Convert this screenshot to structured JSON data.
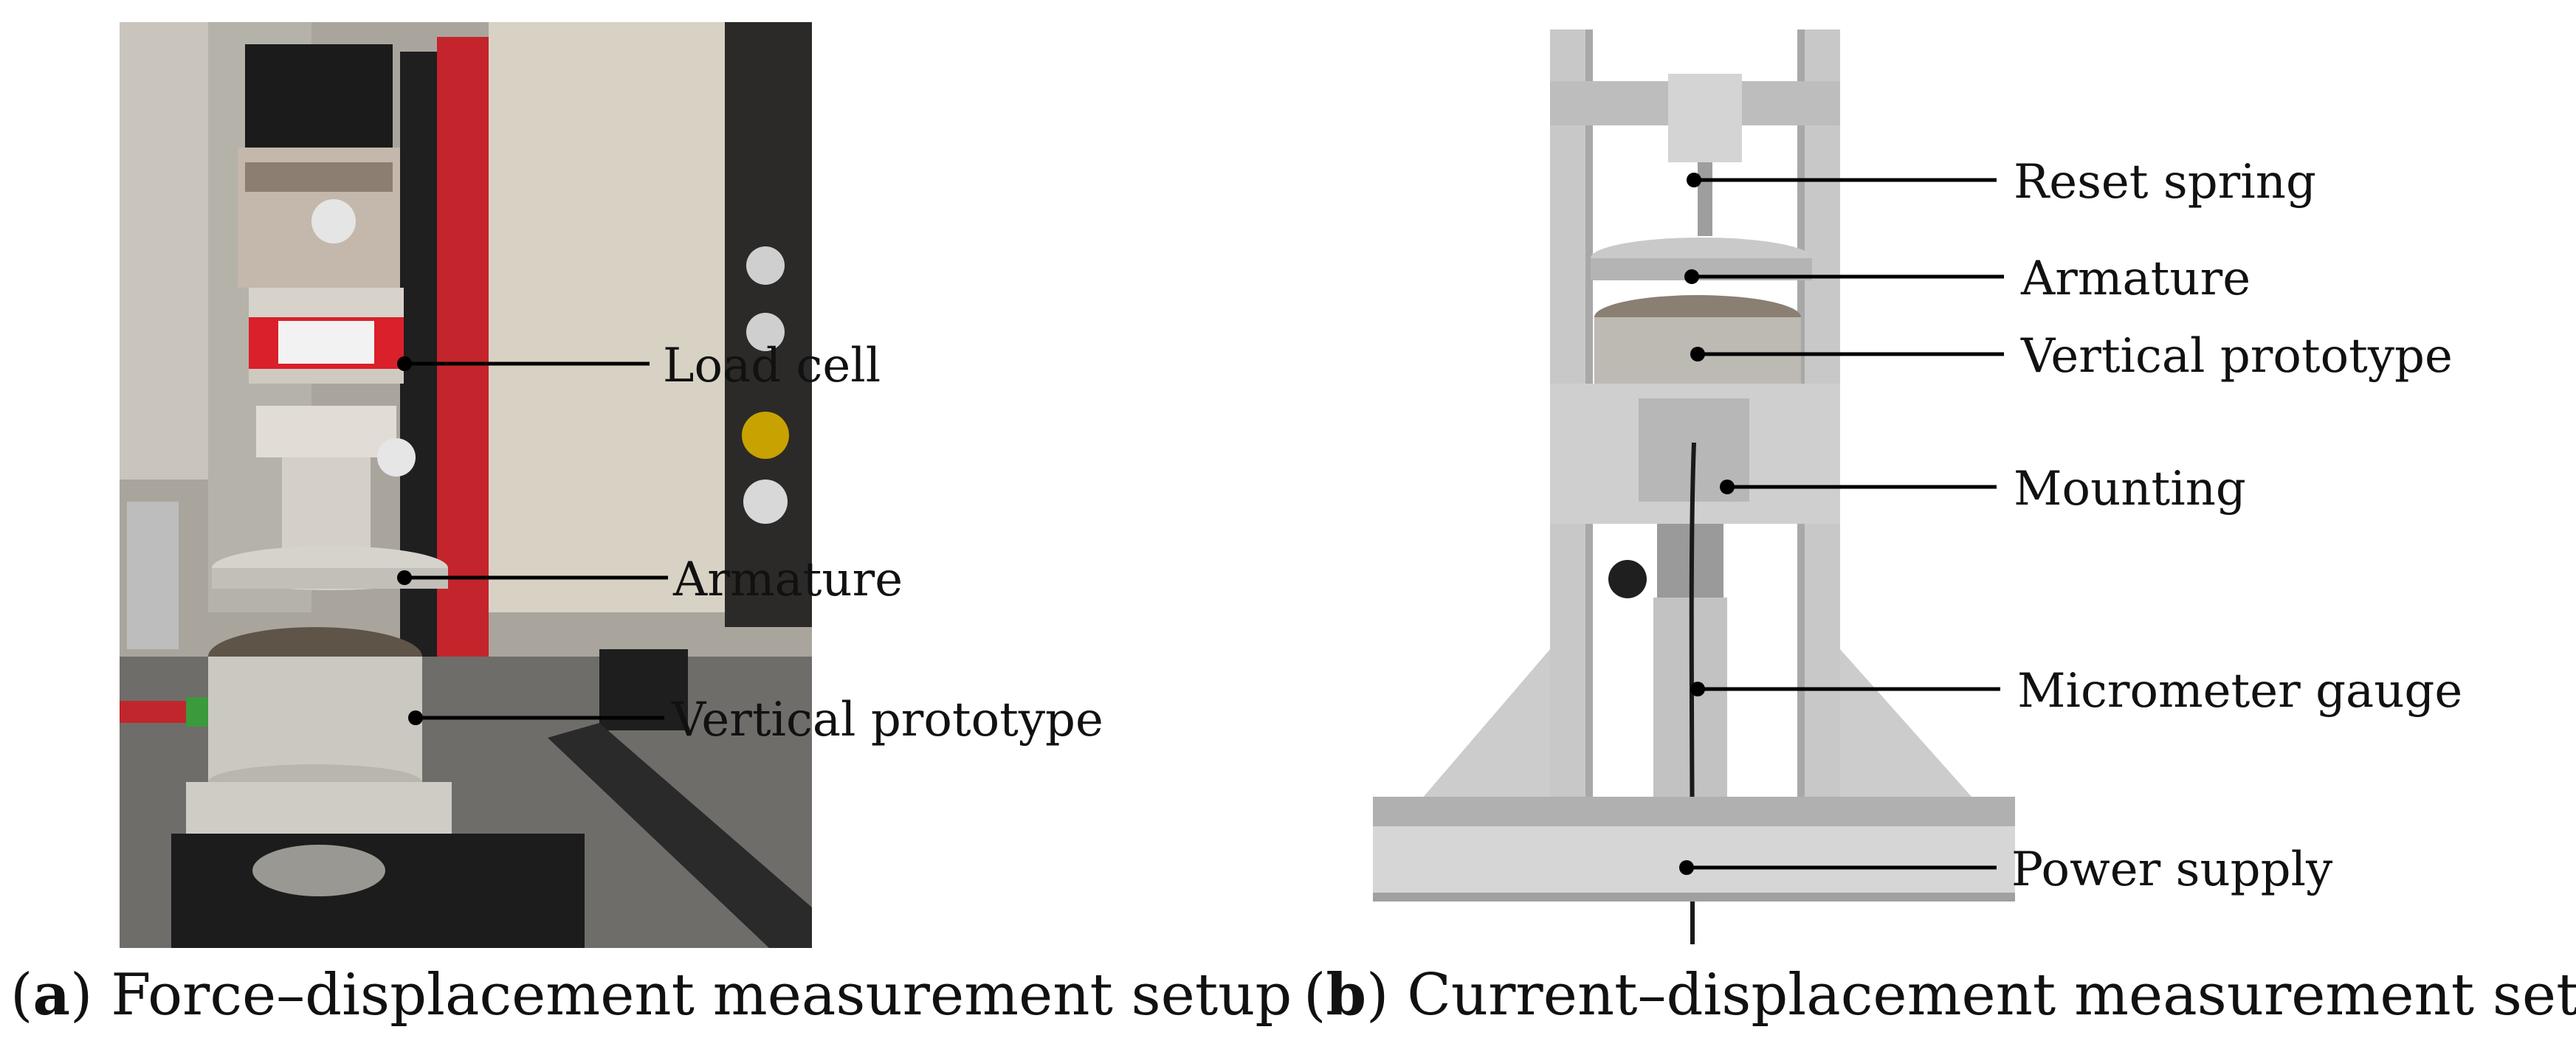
{
  "panel_a": {
    "labels": {
      "load_cell": "Load cell",
      "armature": "Armature",
      "vertical_prototype": "Vertical prototype"
    },
    "caption_letter": "a",
    "caption_text": "Force–displacement measurement setup"
  },
  "panel_b": {
    "labels": {
      "reset_spring": "Reset spring",
      "armature": "Armature",
      "vertical_prototype": "Vertical prototype",
      "mounting": "Mounting",
      "micrometer_gauge": "Micrometer gauge",
      "power_supply": "Power supply"
    },
    "caption_letter": "b",
    "caption_text": "Current–displacement measurement setup"
  },
  "caption_paren_open": "(",
  "caption_paren_close": ")"
}
